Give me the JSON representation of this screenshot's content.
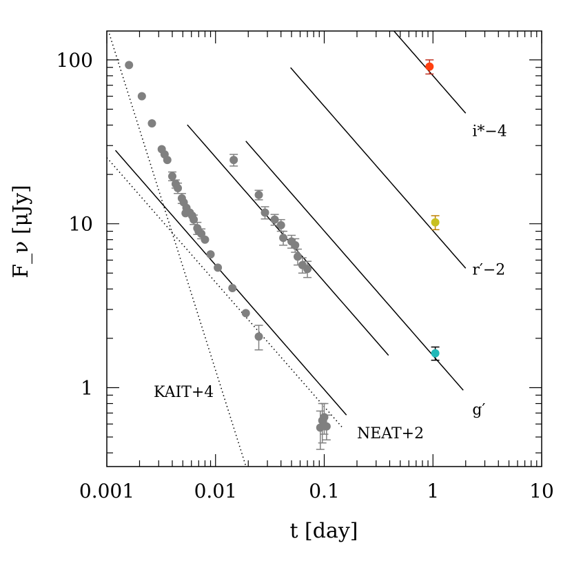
{
  "chart_data": {
    "type": "scatter",
    "title": "",
    "xlabel": "t [day]",
    "ylabel": "F_ν [μJy]",
    "xscale": "log",
    "yscale": "log",
    "xlim": [
      0.001,
      10
    ],
    "ylim": [
      0.33,
      150
    ],
    "grid": false,
    "legend": "none",
    "x_tick_labels": [
      {
        "value": 0.001,
        "label": "0.001"
      },
      {
        "value": 0.01,
        "label": "0.01"
      },
      {
        "value": 0.1,
        "label": "0.1"
      },
      {
        "value": 1,
        "label": "1"
      },
      {
        "value": 10,
        "label": "10"
      }
    ],
    "y_tick_labels": [
      {
        "value": 1,
        "label": "1"
      },
      {
        "value": 10,
        "label": "10"
      },
      {
        "value": 100,
        "label": "100"
      }
    ],
    "series": [
      {
        "name": "KAIT+4",
        "color": "#808080",
        "points": [
          {
            "x": 0.0016,
            "y": 93
          },
          {
            "x": 0.0021,
            "y": 60
          },
          {
            "x": 0.0026,
            "y": 41
          },
          {
            "x": 0.0032,
            "y": 28.5
          },
          {
            "x": 0.0034,
            "y": 26.5
          },
          {
            "x": 0.0036,
            "y": 24.5
          },
          {
            "x": 0.004,
            "y": 19.5,
            "err": 1.2
          },
          {
            "x": 0.0043,
            "y": 17.5,
            "err": 1.0
          },
          {
            "x": 0.0045,
            "y": 16.5,
            "err": 1.2
          },
          {
            "x": 0.0049,
            "y": 14.3,
            "err": 1.0
          },
          {
            "x": 0.0051,
            "y": 13.5
          },
          {
            "x": 0.0054,
            "y": 12.5
          },
          {
            "x": 0.0053,
            "y": 11.6
          },
          {
            "x": 0.0058,
            "y": 11.7
          },
          {
            "x": 0.0061,
            "y": 11.2
          },
          {
            "x": 0.0063,
            "y": 10.6,
            "err": 0.7
          },
          {
            "x": 0.0068,
            "y": 9.4,
            "err": 0.8
          },
          {
            "x": 0.007,
            "y": 9.0
          },
          {
            "x": 0.0074,
            "y": 8.7,
            "err": 0.6
          },
          {
            "x": 0.008,
            "y": 8.0
          },
          {
            "x": 0.009,
            "y": 6.5
          },
          {
            "x": 0.0105,
            "y": 5.4
          },
          {
            "x": 0.0143,
            "y": 4.05
          },
          {
            "x": 0.019,
            "y": 2.85
          },
          {
            "x": 0.025,
            "y": 2.05,
            "err": 0.35
          },
          {
            "x": 0.092,
            "y": 0.57,
            "err": 0.15
          },
          {
            "x": 0.096,
            "y": 0.63,
            "err": 0.17
          },
          {
            "x": 0.1,
            "y": 0.66,
            "err": 0.14
          },
          {
            "x": 0.105,
            "y": 0.58,
            "err": 0.1
          }
        ]
      },
      {
        "name": "NEAT+2",
        "color": "#808080",
        "points": [
          {
            "x": 0.0147,
            "y": 24.5,
            "err": 2.0
          },
          {
            "x": 0.025,
            "y": 15.0,
            "err": 1.0
          },
          {
            "x": 0.0285,
            "y": 11.7,
            "err": 1.0
          },
          {
            "x": 0.035,
            "y": 10.6,
            "err": 0.8
          },
          {
            "x": 0.04,
            "y": 9.8,
            "err": 0.8
          },
          {
            "x": 0.042,
            "y": 8.2,
            "err": 0.8
          },
          {
            "x": 0.05,
            "y": 7.8,
            "err": 0.7
          },
          {
            "x": 0.054,
            "y": 7.4,
            "err": 0.7
          },
          {
            "x": 0.057,
            "y": 6.3,
            "err": 0.7
          },
          {
            "x": 0.063,
            "y": 5.6,
            "err": 0.6
          },
          {
            "x": 0.07,
            "y": 5.3,
            "err": 0.6
          }
        ]
      },
      {
        "name": "g′",
        "color": "#20b8b8",
        "error_color": "#000000",
        "points": [
          {
            "x": 1.05,
            "y": 1.62,
            "err": 0.15
          }
        ]
      },
      {
        "name": "r′−2",
        "color": "#c8c020",
        "error_color": "#c08000",
        "points": [
          {
            "x": 1.05,
            "y": 10.2,
            "err": 1.0
          }
        ]
      },
      {
        "name": "i*−4",
        "color": "#ff4010",
        "error_color": "#c03020",
        "points": [
          {
            "x": 0.93,
            "y": 91,
            "err": 9
          }
        ]
      }
    ],
    "model_curves": [
      {
        "label": "KAIT+4",
        "style": "solid",
        "x_start": 0.0012,
        "x_end": 0.16,
        "norm_at_0.01": 5.6,
        "slope": -0.76
      },
      {
        "label": "NEAT+2",
        "style": "solid",
        "x_start": 0.0055,
        "x_end": 0.39,
        "norm_at_0.01": 25.5,
        "slope": -0.76
      },
      {
        "label": "g′",
        "style": "solid",
        "x_start": 0.019,
        "x_end": 1.9,
        "norm_at_0.01": 52,
        "slope": -0.76
      },
      {
        "label": "r′−2",
        "style": "solid",
        "x_start": 0.049,
        "x_end": 2.0,
        "norm_at_0.01": 300,
        "slope": -0.76
      },
      {
        "label": "i*−4",
        "style": "solid",
        "x_start": 0.3,
        "x_end": 2.0,
        "norm_at_0.01": 2650,
        "slope": -0.76
      },
      {
        "label": "steep component",
        "style": "dotted",
        "x_start": 0.00098,
        "x_end": 0.019,
        "norm_at_0.01": 1.28,
        "slope": -2.1
      },
      {
        "label": "shallow component",
        "style": "dotted",
        "x_start": 0.001,
        "x_end": 0.15,
        "norm_at_0.01": 4.4,
        "slope": -0.76
      }
    ],
    "annotations": [
      {
        "text": "KAIT+4",
        "x": 0.0027,
        "y": 0.95
      },
      {
        "text": "NEAT+2",
        "x": 0.2,
        "y": 0.53
      },
      {
        "text": "g′",
        "x": 2.3,
        "y": 0.74
      },
      {
        "text": "r′−2",
        "x": 2.3,
        "y": 5.3
      },
      {
        "text": "i*−4",
        "x": 2.3,
        "y": 37
      }
    ]
  }
}
